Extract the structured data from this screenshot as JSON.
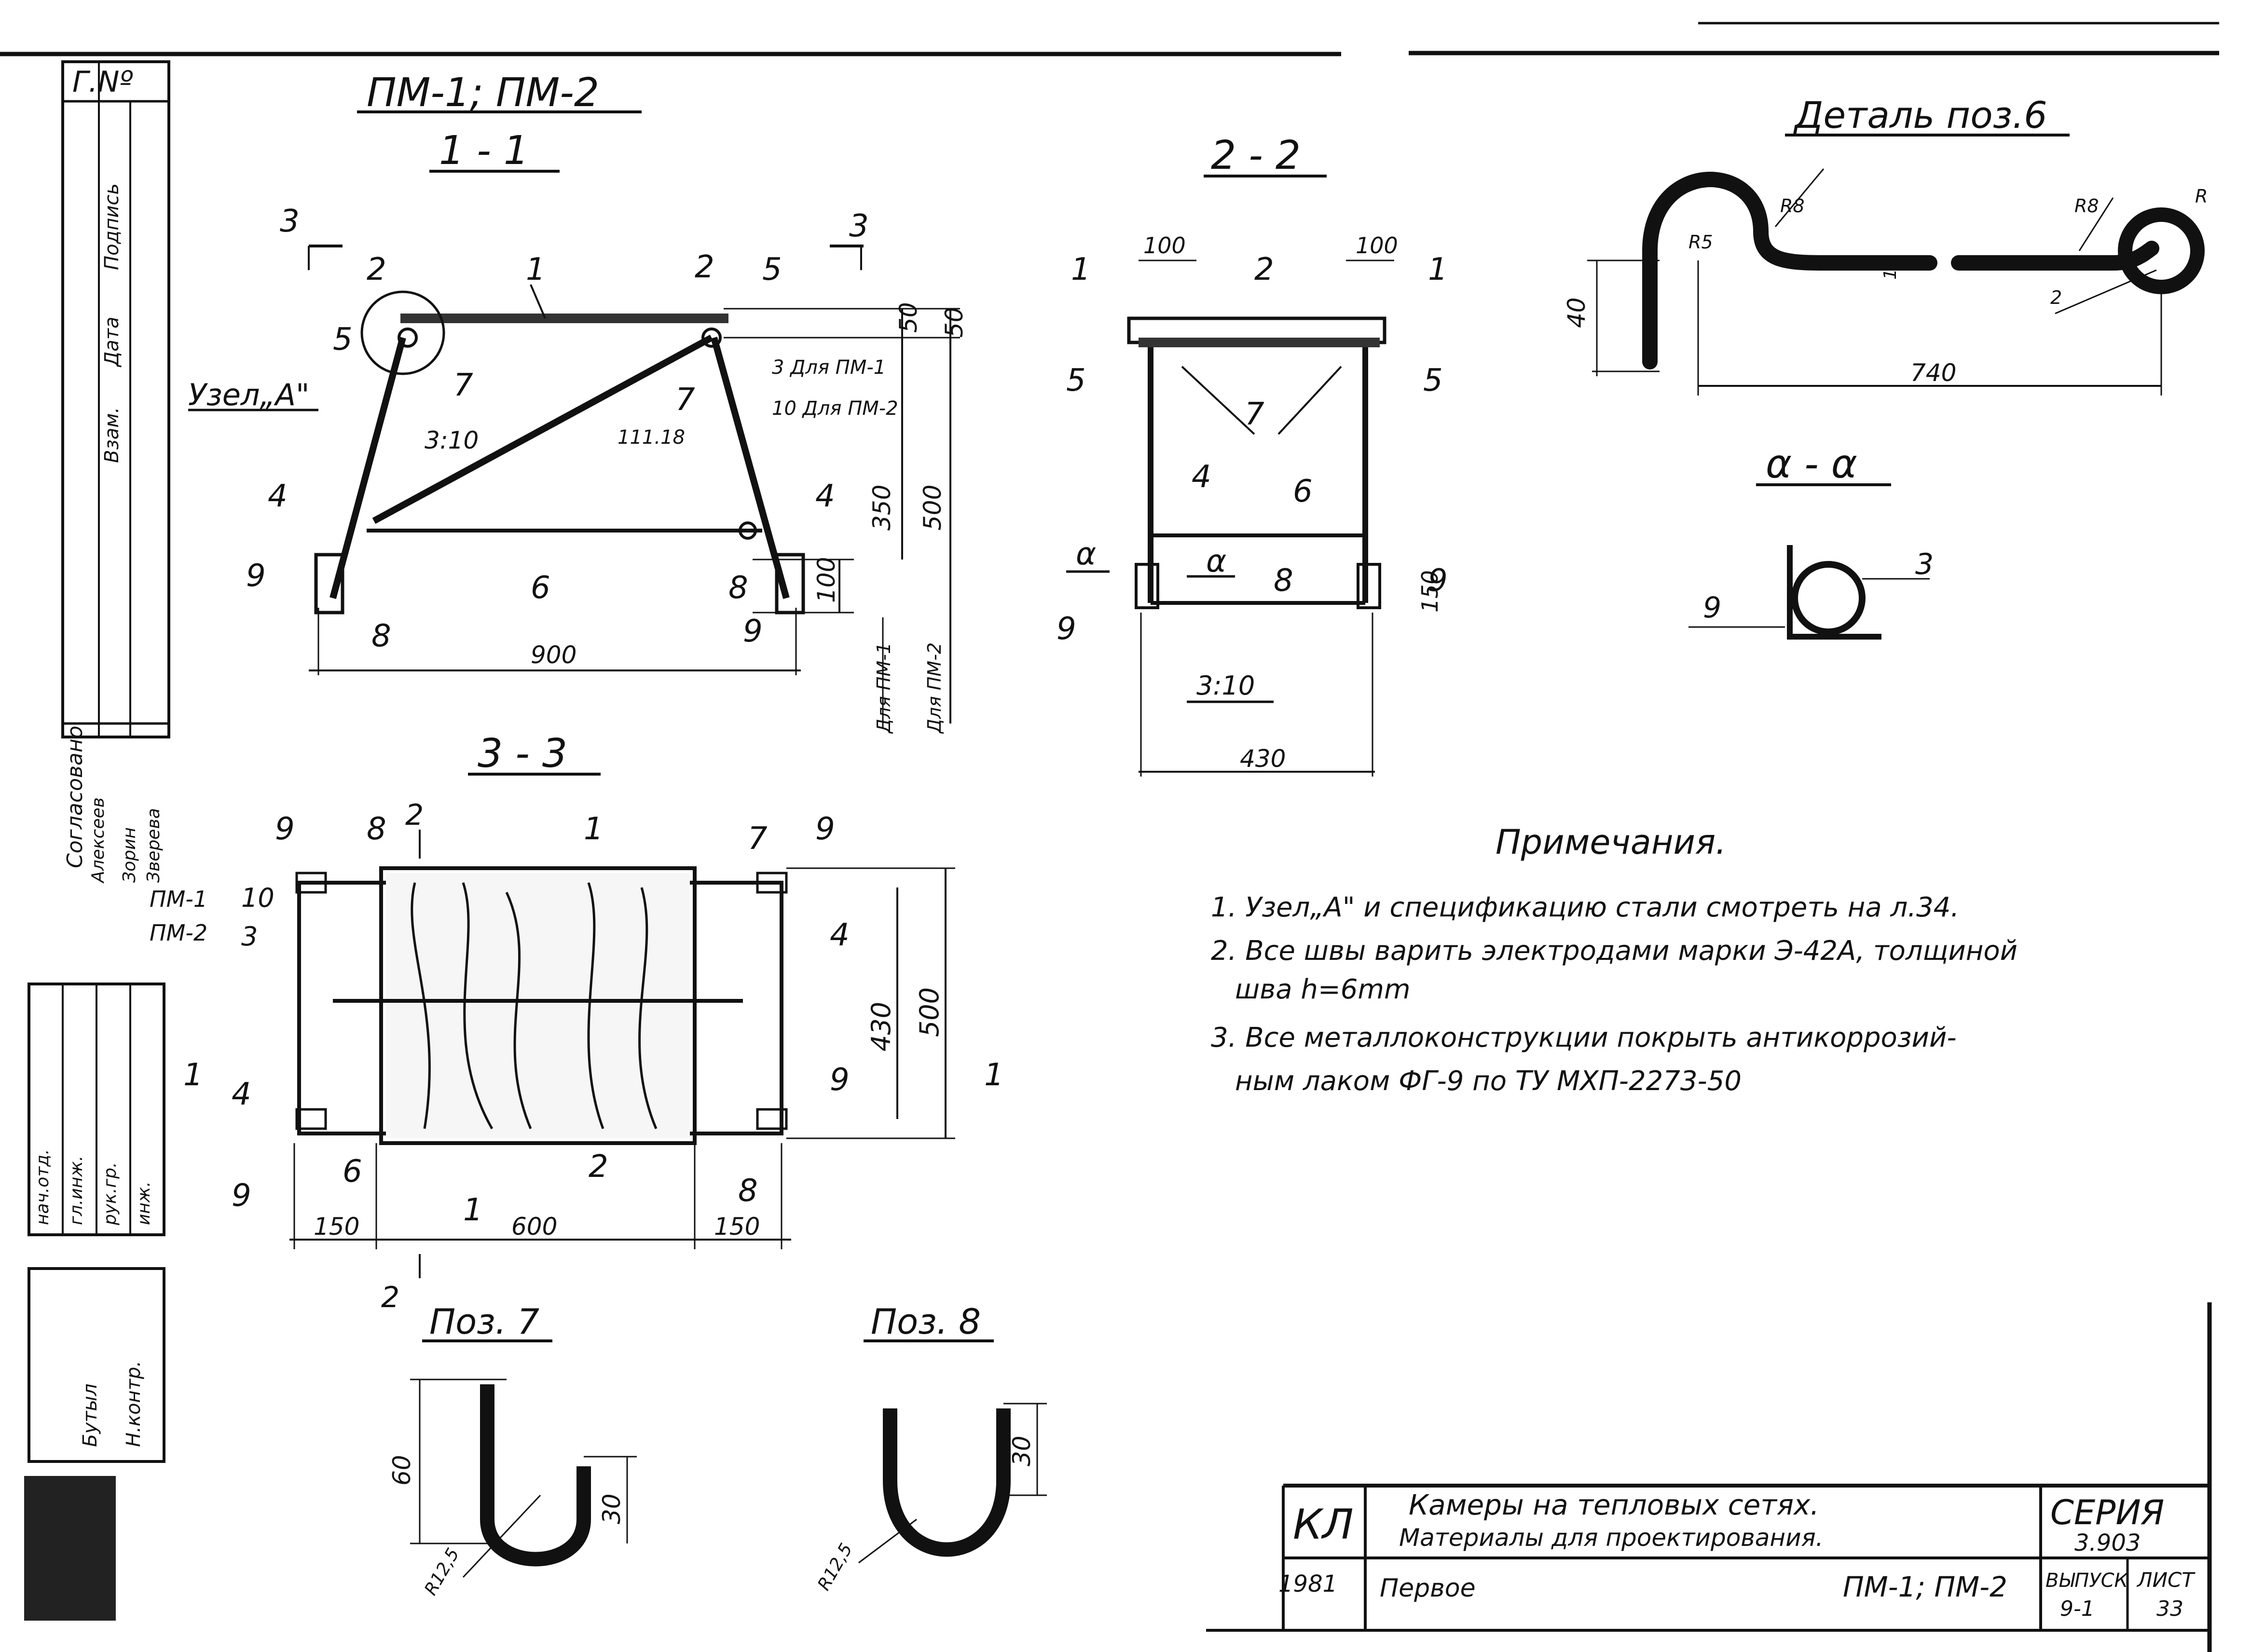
{
  "header": {
    "title_series": "ПМ-1; ПМ-2",
    "sec_11": "1 - 1",
    "sec_22": "2 - 2",
    "sec_33": "3 - 3",
    "sec_aa": "α - α",
    "detail6": "Деталь поз.6",
    "pos7": "Поз. 7",
    "pos8": "Поз. 8"
  },
  "left_strip": {
    "col_top": "Г.Nº",
    "col_entries": [
      "Подпись",
      "Дата",
      "Взам."
    ],
    "agreed": "Согласовано",
    "signatures": [
      "нач.отд.",
      "гл.инж.",
      "рук.гр.",
      "инж."
    ],
    "names": [
      "Алексеев",
      "Зорин",
      "Зверева"
    ],
    "bottom_names": [
      "Бутыл",
      "Н.контр."
    ]
  },
  "view11": {
    "callouts": [
      "1",
      "2",
      "2",
      "5",
      "5",
      "7",
      "7",
      "4",
      "4",
      "9",
      "9",
      "8",
      "8",
      "6",
      "3",
      "3"
    ],
    "node": "Узел„A\"",
    "note_pm1": "3 Для ПМ-1",
    "note_pm2": "10 Для ПМ-2",
    "slope_left": "3:10",
    "weld": "111.18",
    "dims": [
      "50",
      "350",
      "500",
      "100",
      "900",
      "50"
    ],
    "dim_side1": "Для ПМ-1",
    "dim_side2": "Для ПМ-2"
  },
  "view22": {
    "callouts": [
      "1",
      "1",
      "2",
      "5",
      "5",
      "7",
      "4",
      "6",
      "8",
      "9",
      "9"
    ],
    "alpha_left": "α",
    "alpha_mid": "α",
    "slope": "3:10",
    "dims": [
      "100",
      "100",
      "150",
      "430"
    ]
  },
  "view33": {
    "callouts": [
      "9",
      "8",
      "1",
      "7",
      "9",
      "10",
      "3",
      "4",
      "4",
      "9",
      "9",
      "6",
      "1",
      "2",
      "8"
    ],
    "pm1": "ПМ-1",
    "pm2": "ПМ-2",
    "sec_left": "1",
    "sec_right": "1",
    "cut_top": "2",
    "cut_bottom": "2",
    "dims": [
      "150",
      "600",
      "150",
      "430",
      "500"
    ]
  },
  "detail6": {
    "dims": [
      "40",
      "740",
      "12",
      "R5",
      "R8",
      "R8",
      "R",
      "2"
    ]
  },
  "detail_aa": {
    "callouts": [
      "9",
      "3"
    ]
  },
  "pos7": {
    "dims": [
      "60",
      "30",
      "R12,5"
    ]
  },
  "pos8": {
    "dims": [
      "30",
      "R12,5"
    ]
  },
  "notes": {
    "title": "Примечания.",
    "items": [
      "1. Узел„A\" и спецификацию стали смотреть на л.34.",
      "2. Все швы варить электродами марки Э-42А, толщиной",
      "швa h=6mm",
      "3. Все металлоконструкции покрыть антикоррозий-",
      "ным лаком ФГ-9 по ТУ МХП-2273-50"
    ]
  },
  "title_block": {
    "org": "КЛ",
    "title1": "Камеры на тепловых сетях.",
    "title2": "Материалы для проектирования.",
    "series_label": "СЕРИЯ",
    "series_value": "3.903",
    "sheet_name": "ПМ-1; ПМ-2",
    "left_label": "Первое",
    "stamp": "1981",
    "issue_label": "ВЫПУСК",
    "issue_value": "9-1",
    "sheet_label": "ЛИСТ",
    "sheet_value": "33"
  }
}
